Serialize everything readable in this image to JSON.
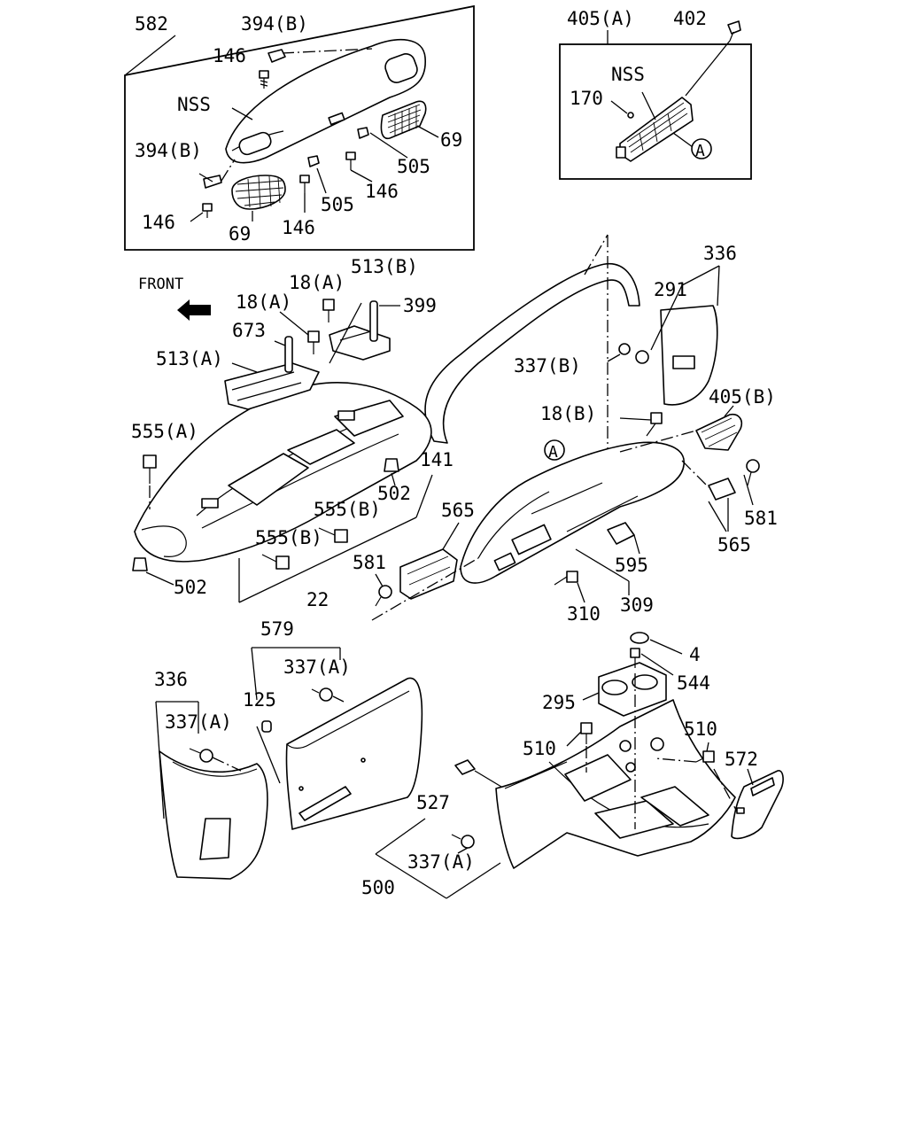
{
  "diagram": {
    "labels": {
      "l582": "582",
      "l394b_top": "394(B)",
      "l146_a": "146",
      "l_nss_a": "NSS",
      "l394b_left": "394(B)",
      "l69_right": "69",
      "l505_a": "505",
      "l146_b": "146",
      "l505_b": "505",
      "l146_c": "146",
      "l146_d": "146",
      "l69_bottom": "69",
      "l405a": "405(A)",
      "l402": "402",
      "l_nss_b": "NSS",
      "l170": "170",
      "l_front": "FRONT",
      "l18a_a": "18(A)",
      "l18a_b": "18(A)",
      "l513b": "513(B)",
      "l399": "399",
      "l673": "673",
      "l513a": "513(A)",
      "l555a": "555(A)",
      "l141": "141",
      "l502_right": "502",
      "l555b_a": "555(B)",
      "l555b_b": "555(B)",
      "l502_left": "502",
      "l22": "22",
      "l336_top": "336",
      "l291": "291",
      "l337b": "337(B)",
      "l405b": "405(B)",
      "l18b": "18(B)",
      "l565_a": "565",
      "l581_left": "581",
      "l581_right": "581",
      "l565_b": "565",
      "l595": "595",
      "l310": "310",
      "l309": "309",
      "l579": "579",
      "l336_bottom": "336",
      "l337a_a": "337(A)",
      "l125": "125",
      "l337a_b": "337(A)",
      "l4": "4",
      "l544": "544",
      "l295": "295",
      "l510_left": "510",
      "l510_right": "510",
      "l572": "572",
      "l527": "527",
      "l337a_c": "337(A)",
      "l500": "500"
    },
    "callouts": {
      "ref_a_top": "A",
      "ref_a_mid": "A"
    }
  }
}
